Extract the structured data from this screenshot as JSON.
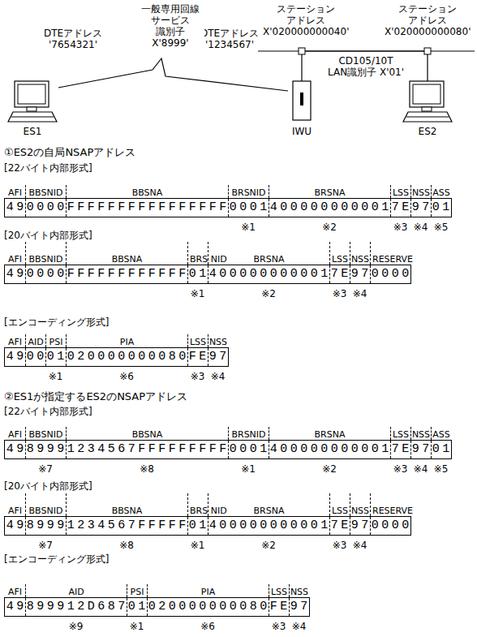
{
  "diagram": {
    "nodes": [
      {
        "text": [
          "ES1"
        ]
      },
      {
        "text": [
          "IWU"
        ]
      },
      {
        "text": [
          "ES2"
        ]
      },
      {
        "text": [
          "49",
          "0000",
          "FFFFFFFFFFFFFFFF",
          "0001",
          "400000000001",
          "7E",
          "97",
          "01"
        ]
      },
      {
        "text": [
          "49",
          "0000",
          "FFFFFFFFFFFF",
          "01",
          "400000000001",
          "7E",
          "97",
          "0000"
        ]
      },
      {
        "text": [
          "49",
          "00",
          "01",
          "020000000080",
          "FE",
          "97"
        ]
      },
      {
        "text": [
          "49",
          "8999",
          "1234567FFFFFFFFF",
          "0001",
          "400000000001",
          "7E",
          "97",
          "01"
        ]
      },
      {
        "text": [
          "49",
          "8999",
          "1234567FFFFF",
          "01",
          "400000000001",
          "7E",
          "97",
          "0000"
        ]
      },
      {
        "text": [
          "49",
          "899912D687",
          "01",
          "020000000080",
          "FE",
          "97"
        ]
      }
    ],
    "edges": [
      {
        "from": 0,
        "to": 1,
        "arrow": "none",
        "label": "一般専用回線 サービス 識別子 X'8999'"
      },
      {
        "from": 1,
        "to": 2,
        "arrow": "none",
        "label": "CD105/10T LAN識別子 X'01'"
      }
    ],
    "labels": [
      "ステーション アドレス X'020000000040'",
      "ステーション アドレス X'020000000080'",
      "DTEアドレス '7654321'",
      "DTEアドレス '1234567'",
      "①ES2の自局NSAPアドレス",
      "[22バイト内部形式]",
      "AFI",
      "BBSNID",
      "BBSNA",
      "BRSNID",
      "BRSNA",
      "LSS",
      "NSS",
      "ASS",
      "※1",
      "※2",
      "※3",
      "※4",
      "※5",
      "[20バイト内部形式]",
      "AFI",
      "BBSNID",
      "BBSNA",
      "BRS NID",
      "BRSNA",
      "LSS",
      "NSS",
      "RESERVE",
      "※1",
      "※2",
      "※3",
      "※4",
      "[エンコーディング形式]",
      "AFI",
      "AID",
      "PSI",
      "PIA",
      "LSS",
      "NSS",
      "※1",
      "※6",
      "※3",
      "※4",
      "②ES1が指定するES2のNSAPアドレス",
      "[22バイト内部形式]",
      "AFI",
      "BBSNID",
      "BBSNA",
      "BRSNID",
      "BRSNA",
      "LSS",
      "NSS",
      "ASS",
      "※7",
      "※8",
      "※1",
      "※2",
      "※3",
      "※4",
      "※5",
      "[20バイト内部形式]",
      "AFI",
      "BBSNID",
      "BBSNA",
      "BRS NID",
      "BRSNA",
      "LSS",
      "NSS",
      "RESERVE",
      "※7",
      "※8",
      "※1",
      "※2",
      "※3",
      "※4",
      "[エンコーディング形式]",
      "AFI",
      "AID",
      "PSI",
      "PIA",
      "LSS",
      "NSS",
      "※9",
      "※1",
      "※6",
      "※3",
      "※4"
    ]
  }
}
